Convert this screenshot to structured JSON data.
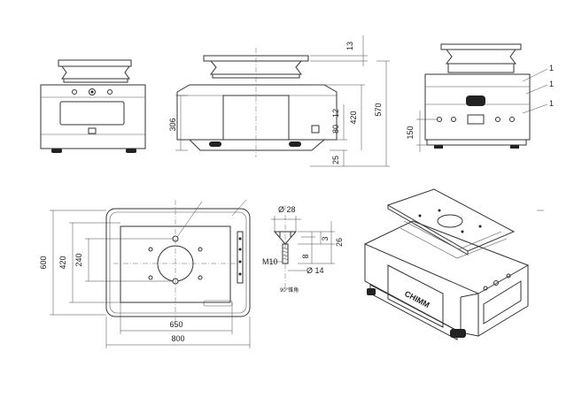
{
  "views": {
    "front": {
      "label_top": ""
    },
    "side": {
      "dims": {
        "plate_thickness": "13",
        "dim_80": "80",
        "dim_12": "12",
        "dim_420": "420",
        "dim_570": "570",
        "dim_306": "306",
        "dim_25": "25"
      }
    },
    "rear": {
      "dims": {
        "dim_150": "150"
      },
      "callouts": [
        "1",
        "1",
        "1"
      ]
    },
    "top": {
      "dims": {
        "d600": "600",
        "d420": "420",
        "d240": "240",
        "d650": "650",
        "d800": "800"
      }
    },
    "pin": {
      "dims": {
        "d28": "Ø 28",
        "d14": "Ø 14",
        "m10": "M10",
        "d8": "8",
        "d3": "3",
        "d26": "26"
      },
      "note": "90°锥角"
    },
    "iso": {
      "brand": "CHIMM"
    }
  }
}
